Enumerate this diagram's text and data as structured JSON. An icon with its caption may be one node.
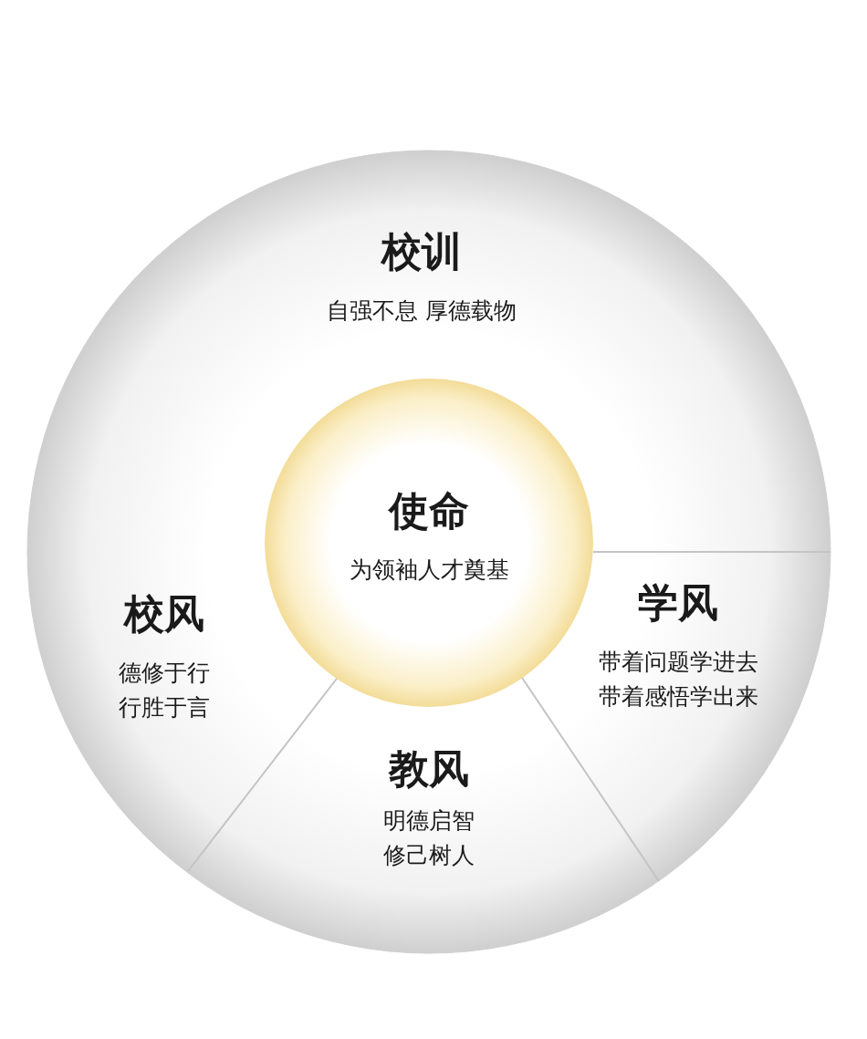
{
  "diagram": {
    "nodes": [
      {
        "text": [
          "校训",
          "自强不息 厚德载物"
        ]
      },
      {
        "text": [
          "使命",
          "为领袖人才奠基"
        ]
      },
      {
        "text": [
          "校风",
          "德修于行",
          "行胜于言"
        ]
      },
      {
        "text": [
          "学风",
          "带着问题学进去",
          "带着感悟学出来"
        ]
      },
      {
        "text": [
          "教风",
          "明德启智",
          "修己树人"
        ]
      }
    ]
  }
}
